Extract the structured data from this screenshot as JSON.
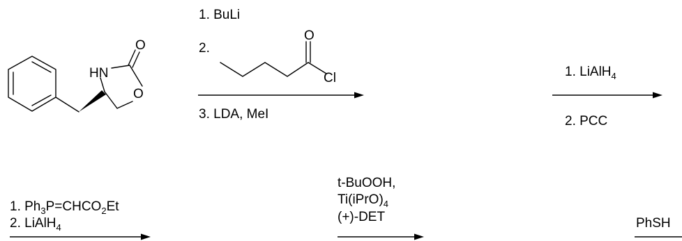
{
  "molecule": {
    "atoms": {
      "carbonyl_oxygen": "O",
      "nh": "HN",
      "ring_oxygen": "O"
    }
  },
  "step1": {
    "reagent_1": "1. BuLi",
    "reagent_2_label": "2.",
    "acyl_oxygen": "O",
    "acyl_chlorine": "Cl",
    "reagent_3": "3. LDA, MeI"
  },
  "step2": {
    "reagent_1_text": "1. LiAlH",
    "reagent_1_sub": "4",
    "reagent_2": "2. PCC"
  },
  "step3": {
    "reagent_1_text": "1. Ph",
    "reagent_1_sub1": "3",
    "reagent_1_text2": "P=CHCO",
    "reagent_1_sub2": "2",
    "reagent_1_text3": "Et",
    "reagent_2_text": "2. LiAlH",
    "reagent_2_sub": "4"
  },
  "step4": {
    "line_1": "t-BuOOH,",
    "line_2_text": "Ti(iPrO)",
    "line_2_sub": "4",
    "line_3": "(+)-DET"
  },
  "step5": {
    "reagent": "PhSH"
  }
}
